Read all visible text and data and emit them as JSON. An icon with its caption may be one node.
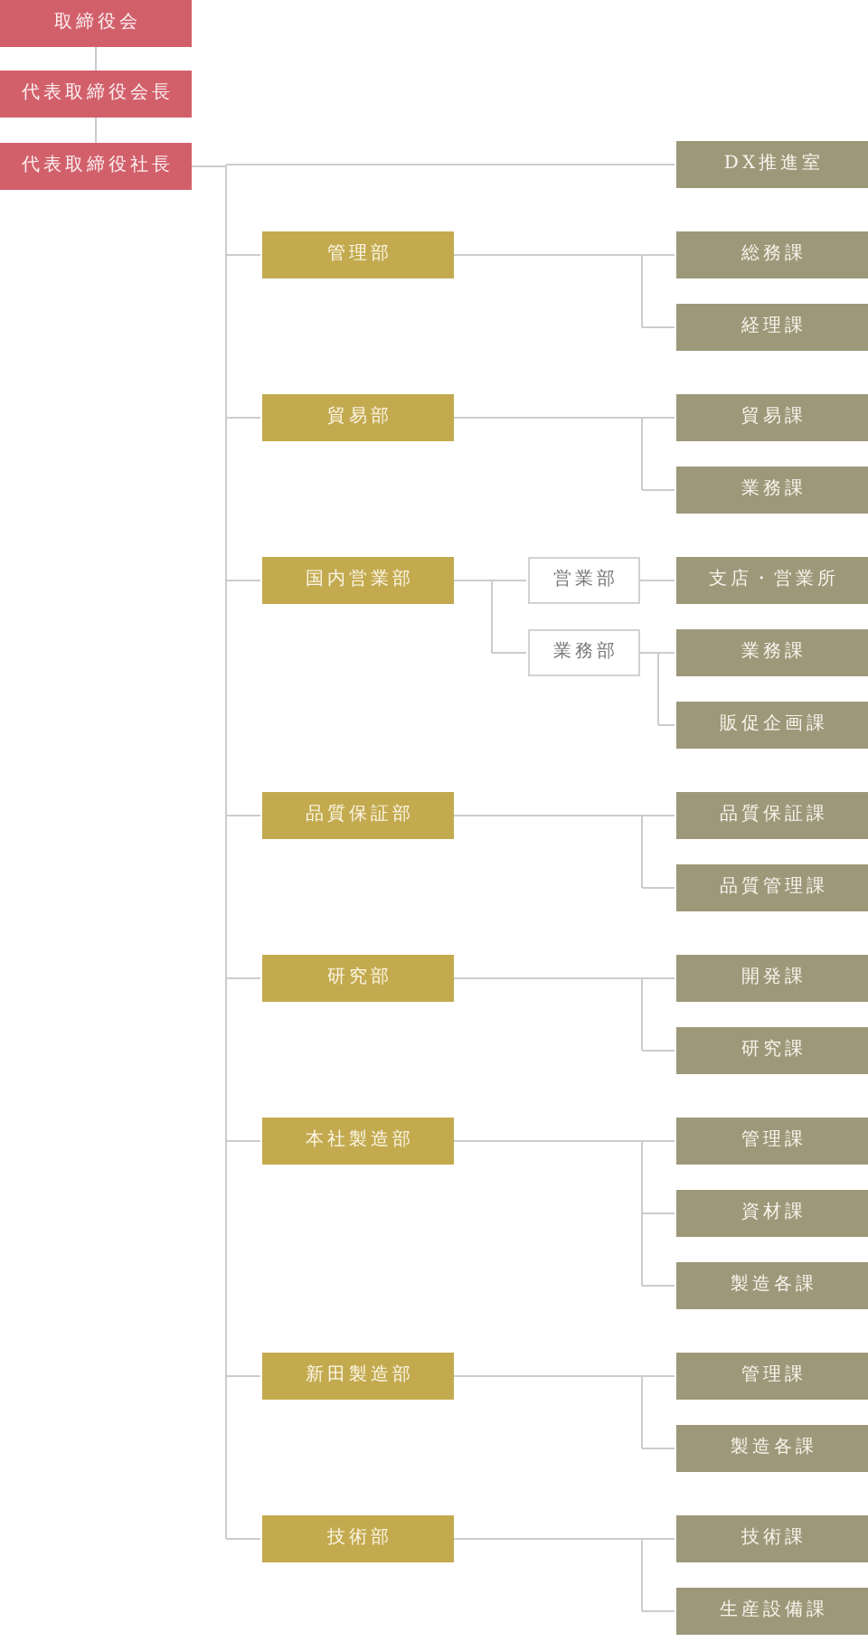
{
  "diagram": {
    "nodes": [
      {
        "text": [
          "取締役会"
        ]
      },
      {
        "text": [
          "代表取締役会長"
        ]
      },
      {
        "text": [
          "代表取締役社長"
        ]
      },
      {
        "text": [
          "DX推進室"
        ]
      },
      {
        "text": [
          "管理部"
        ]
      },
      {
        "text": [
          "総務課"
        ]
      },
      {
        "text": [
          "経理課"
        ]
      },
      {
        "text": [
          "貿易部"
        ]
      },
      {
        "text": [
          "貿易課"
        ]
      },
      {
        "text": [
          "業務課"
        ]
      },
      {
        "text": [
          "国内営業部"
        ]
      },
      {
        "text": [
          "営業部"
        ]
      },
      {
        "text": [
          "支店・営業所"
        ]
      },
      {
        "text": [
          "業務部"
        ]
      },
      {
        "text": [
          "業務課"
        ]
      },
      {
        "text": [
          "販促企画課"
        ]
      },
      {
        "text": [
          "品質保証部"
        ]
      },
      {
        "text": [
          "品質保証課"
        ]
      },
      {
        "text": [
          "品質管理課"
        ]
      },
      {
        "text": [
          "研究部"
        ]
      },
      {
        "text": [
          "開発課"
        ]
      },
      {
        "text": [
          "研究課"
        ]
      },
      {
        "text": [
          "本社製造部"
        ]
      },
      {
        "text": [
          "管理課"
        ]
      },
      {
        "text": [
          "資材課"
        ]
      },
      {
        "text": [
          "製造各課"
        ]
      },
      {
        "text": [
          "新田製造部"
        ]
      },
      {
        "text": [
          "管理課"
        ]
      },
      {
        "text": [
          "製造各課"
        ]
      },
      {
        "text": [
          "技術部"
        ]
      },
      {
        "text": [
          "技術課"
        ]
      },
      {
        "text": [
          "生産設備課"
        ]
      }
    ],
    "edges": [
      {
        "from": 0,
        "to": 1,
        "arrow": "none"
      },
      {
        "from": 1,
        "to": 2,
        "arrow": "none"
      },
      {
        "from": 2,
        "to": 3,
        "arrow": "none"
      },
      {
        "from": 2,
        "to": 4,
        "arrow": "none"
      },
      {
        "from": 4,
        "to": 5,
        "arrow": "none"
      },
      {
        "from": 4,
        "to": 6,
        "arrow": "none"
      },
      {
        "from": 2,
        "to": 7,
        "arrow": "none"
      },
      {
        "from": 7,
        "to": 8,
        "arrow": "none"
      },
      {
        "from": 7,
        "to": 9,
        "arrow": "none"
      },
      {
        "from": 2,
        "to": 10,
        "arrow": "none"
      },
      {
        "from": 10,
        "to": 11,
        "arrow": "none"
      },
      {
        "from": 11,
        "to": 12,
        "arrow": "none"
      },
      {
        "from": 10,
        "to": 13,
        "arrow": "none"
      },
      {
        "from": 13,
        "to": 14,
        "arrow": "none"
      },
      {
        "from": 13,
        "to": 15,
        "arrow": "none"
      },
      {
        "from": 2,
        "to": 16,
        "arrow": "none"
      },
      {
        "from": 16,
        "to": 17,
        "arrow": "none"
      },
      {
        "from": 16,
        "to": 18,
        "arrow": "none"
      },
      {
        "from": 2,
        "to": 19,
        "arrow": "none"
      },
      {
        "from": 19,
        "to": 20,
        "arrow": "none"
      },
      {
        "from": 19,
        "to": 21,
        "arrow": "none"
      },
      {
        "from": 2,
        "to": 22,
        "arrow": "none"
      },
      {
        "from": 22,
        "to": 23,
        "arrow": "none"
      },
      {
        "from": 22,
        "to": 24,
        "arrow": "none"
      },
      {
        "from": 22,
        "to": 25,
        "arrow": "none"
      },
      {
        "from": 2,
        "to": 26,
        "arrow": "none"
      },
      {
        "from": 26,
        "to": 27,
        "arrow": "none"
      },
      {
        "from": 26,
        "to": 28,
        "arrow": "none"
      },
      {
        "from": 2,
        "to": 29,
        "arrow": "none"
      },
      {
        "from": 29,
        "to": 30,
        "arrow": "none"
      },
      {
        "from": 29,
        "to": 31,
        "arrow": "none"
      }
    ]
  }
}
